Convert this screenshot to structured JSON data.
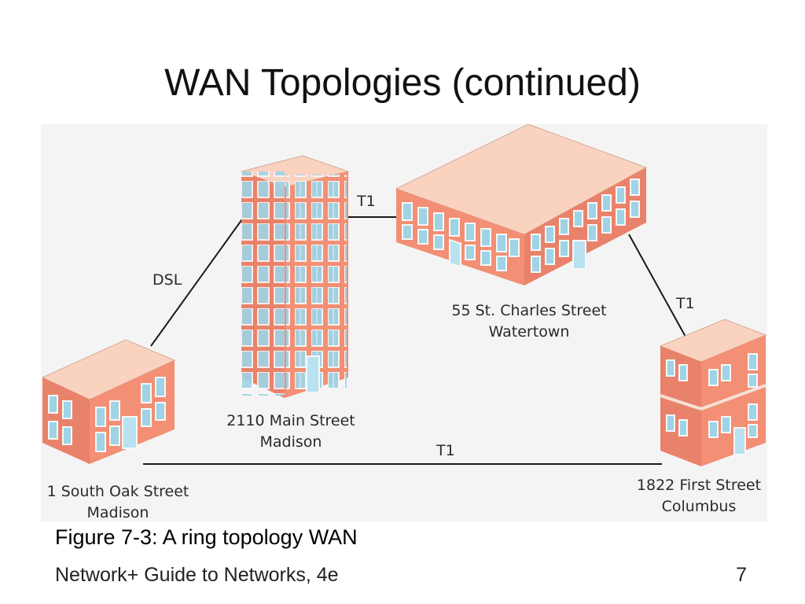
{
  "slide": {
    "title": "WAN Topologies (continued)",
    "caption": "Figure 7-3: A ring topology WAN",
    "footer": "Network+ Guide to Networks, 4e",
    "page_number": "7"
  },
  "diagram": {
    "nodes": [
      {
        "name": "1 South Oak Street",
        "city": "Madison"
      },
      {
        "name": "2110 Main Street",
        "city": "Madison"
      },
      {
        "name": "55 St. Charles Street",
        "city": "Watertown"
      },
      {
        "name": "1822 First Street",
        "city": "Columbus"
      }
    ],
    "links": [
      {
        "from": "1 South Oak Street",
        "to": "2110 Main Street",
        "label": "DSL"
      },
      {
        "from": "2110 Main Street",
        "to": "55 St. Charles Street",
        "label": "T1"
      },
      {
        "from": "55 St. Charles Street",
        "to": "1822 First Street",
        "label": "T1"
      },
      {
        "from": "1822 First Street",
        "to": "1 South Oak Street",
        "label": "T1"
      }
    ],
    "colors": {
      "wall": "#f28f74",
      "roof": "#fad3c0",
      "window": "#9fd3e6",
      "line": "#1a1a1a"
    }
  }
}
